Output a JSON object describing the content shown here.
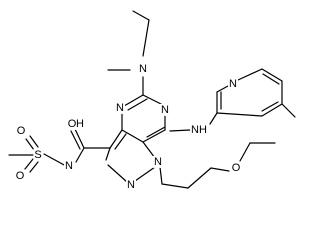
{
  "molecule": {
    "atoms": {
      "n_dimethylamino": "N",
      "n_pyrimidine_upper": "N",
      "n_pyrimidine_lower": "N",
      "nh_anilino": "NH",
      "n_pyridine": "N",
      "n_pyrazole_1": "N",
      "n_pyrazole_2": "N",
      "o_carbonyl": "O",
      "h_amide": "H",
      "n_amide": "N",
      "s_sulfonyl": "S",
      "o_sulfonyl_top": "O",
      "o_sulfonyl_bottom": "O",
      "o_ether": "O"
    }
  }
}
